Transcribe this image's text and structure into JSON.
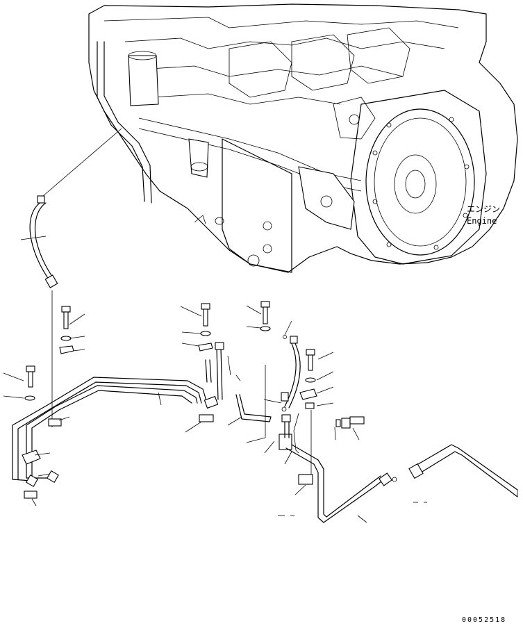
{
  "labels": {
    "engine_jp": "エンジン",
    "engine_en": "Engine",
    "drawing_code": "00052518"
  }
}
